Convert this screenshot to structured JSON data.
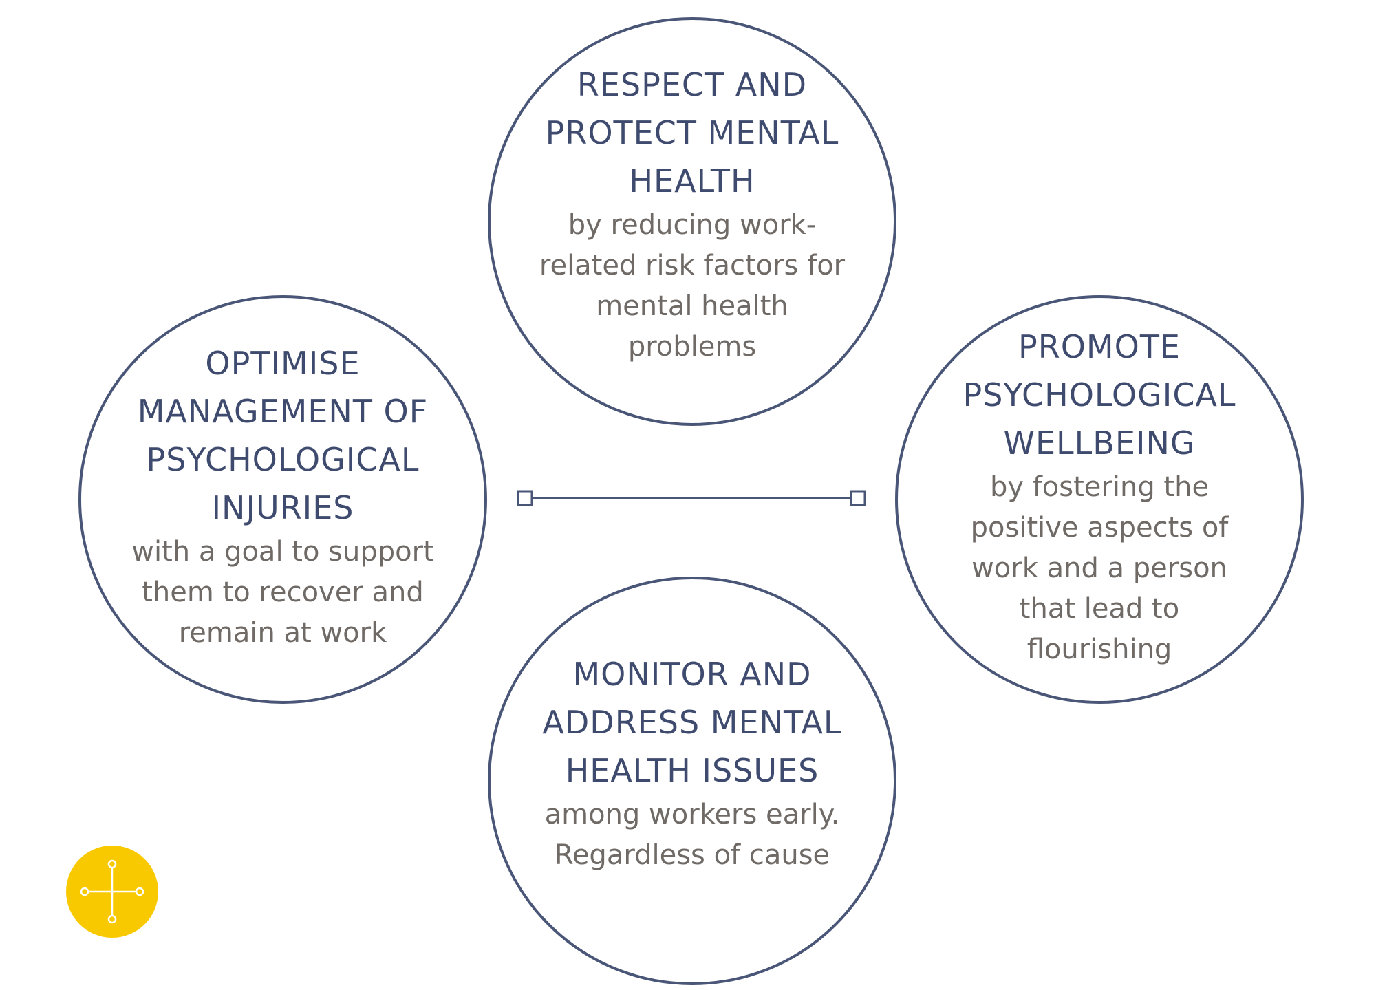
{
  "circles": {
    "top": {
      "heading": "RESPECT AND\nPROTECT MENTAL\nHEALTH",
      "body": "by reducing work-\nrelated risk factors for\nmental health\nproblems"
    },
    "left": {
      "heading": "OPTIMISE\nMANAGEMENT OF\nPSYCHOLOGICAL\nINJURIES",
      "body": "with a goal to support\nthem to recover and\nremain at work"
    },
    "right": {
      "heading": "PROMOTE\nPSYCHOLOGICAL\nWELLBEING",
      "body": "by fostering the\npositive aspects of\nwork and a person\nthat lead to\nflourishing"
    },
    "bottom": {
      "heading": "MONITOR AND\nADDRESS MENTAL\nHEALTH ISSUES",
      "body": "among workers early.\nRegardless of cause"
    }
  },
  "colors": {
    "circle_stroke": "#4a5677",
    "heading_text": "#3f4b6e",
    "body_text": "#6f6a66",
    "badge_fill": "#f9c900",
    "badge_mark": "#ffffff"
  },
  "icons": {
    "badge": "plus-connector-icon"
  }
}
